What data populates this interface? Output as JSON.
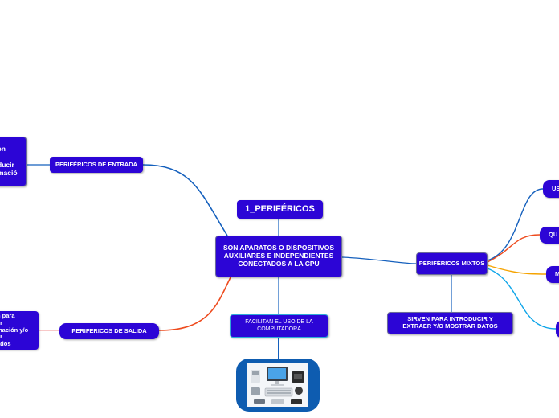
{
  "diagram": {
    "title": "1_PERIFÉRICOS",
    "central": "SON APARATOS O DISPOSITIVOS AUXILIARES E INDEPENDIENTES CONECTADOS A LA CPU",
    "facilitan": "FACILITAN EL USO DE LA COMPUTADORA",
    "entrada": {
      "label": "PERIFÉRICOS DE ENTRADA",
      "detail": "en\n\nducir\nmació"
    },
    "salida": {
      "label": "PERIFERICOS DE SALIDA",
      "detail": "n para\ner\nmación y/o\nar\nados"
    },
    "mixtos": {
      "label": "PERIFÉRICOS MIXTOS",
      "detail": "SIRVEN PARA INTRODUCIR Y EXTRAER Y/O MOSTRAR DATOS",
      "children": [
        "US",
        "QU",
        "M",
        ""
      ]
    },
    "image": {
      "description_icon": "computer-peripherals-image"
    },
    "colors": {
      "node": "#2c05d6",
      "link_blue": "#1560bd",
      "link_red": "#ee4b1e",
      "link_orange": "#f5a300",
      "link_cyan": "#0ea5e9",
      "link_pink": "#f3a6a6"
    }
  }
}
